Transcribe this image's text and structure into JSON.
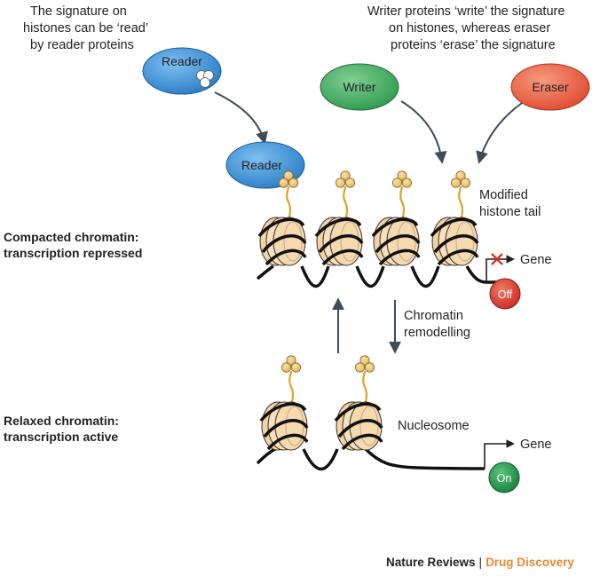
{
  "annotations": {
    "reader_note": [
      "The signature on",
      "histones can be ‘read’",
      "by reader proteins"
    ],
    "writer_note": [
      "Writer proteins ‘write’ the signature",
      "on histones, whereas eraser",
      "proteins ‘erase’ the signature"
    ],
    "modified_tail": [
      "Modified",
      "histone tail"
    ],
    "remodelling": [
      "Chromatin",
      "remodelling"
    ],
    "nucleosome": "Nucleosome"
  },
  "states": {
    "compacted": [
      "Compacted chromatin:",
      "transcription repressed"
    ],
    "relaxed": [
      "Relaxed chromatin:",
      "transcription active"
    ]
  },
  "proteins": {
    "reader": "Reader",
    "reader_bound": "Reader",
    "writer": "Writer",
    "eraser": "Eraser"
  },
  "gene": {
    "label_top": "Gene",
    "label_bottom": "Gene",
    "off": "Off",
    "on": "On"
  },
  "credit": {
    "journal": "Nature Reviews",
    "separator": "|",
    "section": "Drug Discovery"
  },
  "colors": {
    "reader_blue": "#3a8fd6",
    "writer_green": "#3aa45a",
    "eraser_red": "#e8553b",
    "off_red": "#d8342c",
    "on_green": "#1f9b4b",
    "histone_beige": "#f4d9b1",
    "tail_orange": "#e6a72a",
    "arrow_gray": "#3f4b55",
    "accent_orange": "#e9892f"
  }
}
